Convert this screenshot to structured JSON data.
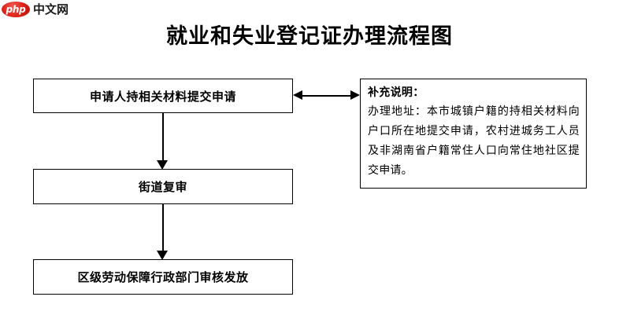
{
  "branding": {
    "logo_badge_text": "php",
    "logo_site_name": "中文网"
  },
  "title": "就业和失业登记证办理流程图",
  "flow": {
    "nodes": [
      {
        "id": "apply",
        "label": "申请人持相关材料提交申请"
      },
      {
        "id": "street",
        "label": "街道复审"
      },
      {
        "id": "issue",
        "label": "区级劳动保障行政部门审核发放"
      }
    ],
    "connectors": [
      {
        "id": "apply-to-street",
        "type": "arrow-down",
        "from": "apply",
        "to": "street"
      },
      {
        "id": "street-to-issue",
        "type": "arrow-down",
        "from": "street",
        "to": "issue"
      },
      {
        "id": "apply-to-note",
        "type": "double-arrow-horizontal",
        "from": "apply",
        "to": "note"
      }
    ]
  },
  "note": {
    "heading": "补充说明：",
    "body": "办理地址：本市城镇户籍的持相关材料向户口所在地提交申请，农村进城务工人员及非湖南省户籍常住人口向常住地社区提交申请。"
  },
  "colors": {
    "background": "#ffffff",
    "line": "#000000",
    "text": "#000000",
    "logo_red": "#e0251b"
  }
}
